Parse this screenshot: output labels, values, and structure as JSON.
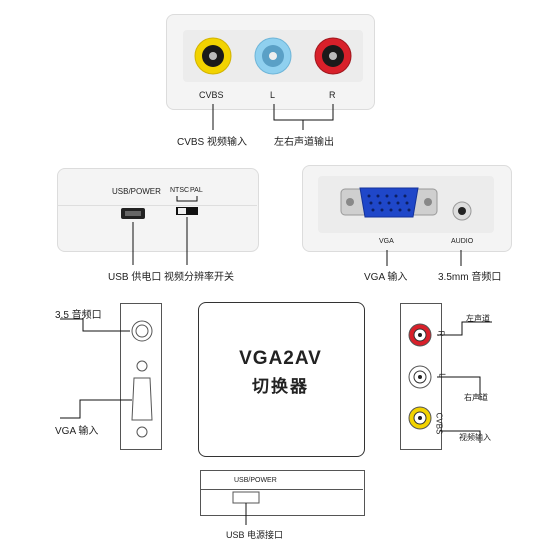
{
  "top_panel": {
    "port_labels": {
      "cvbs": "CVBS",
      "l": "L",
      "r": "R"
    },
    "callout_cvbs": "CVBS 视频输入",
    "callout_audio": "左右声道输出"
  },
  "usb_panel": {
    "usb_label": "USB/POWER",
    "ntsc": "NTSC",
    "pal": "PAL",
    "callout_usb": "USB 供电口",
    "callout_switch": "视频分辨率开关"
  },
  "vga_panel": {
    "vga_label": "VGA",
    "audio_label": "AUDIO",
    "callout_vga": "VGA 输入",
    "callout_audio": "3.5mm 音频口"
  },
  "left_side": {
    "callout_audio": "3.5 音频口",
    "callout_vga": "VGA 输入"
  },
  "center_box": {
    "line1": "VGA2AV",
    "line2": "切换器"
  },
  "right_side": {
    "r_mark": "R",
    "l_mark": "L",
    "cvbs_mark": "CVBS",
    "callout_left": "左声道",
    "callout_right": "右声道",
    "callout_video": "视频输入"
  },
  "bottom_panel": {
    "usb_label": "USB/POWER",
    "callout": "USB 电源接口"
  },
  "colors": {
    "yellow": "#f2d300",
    "blue": "#8fd0ef",
    "red": "#d8202a",
    "vga_blue": "#1f47c9"
  }
}
